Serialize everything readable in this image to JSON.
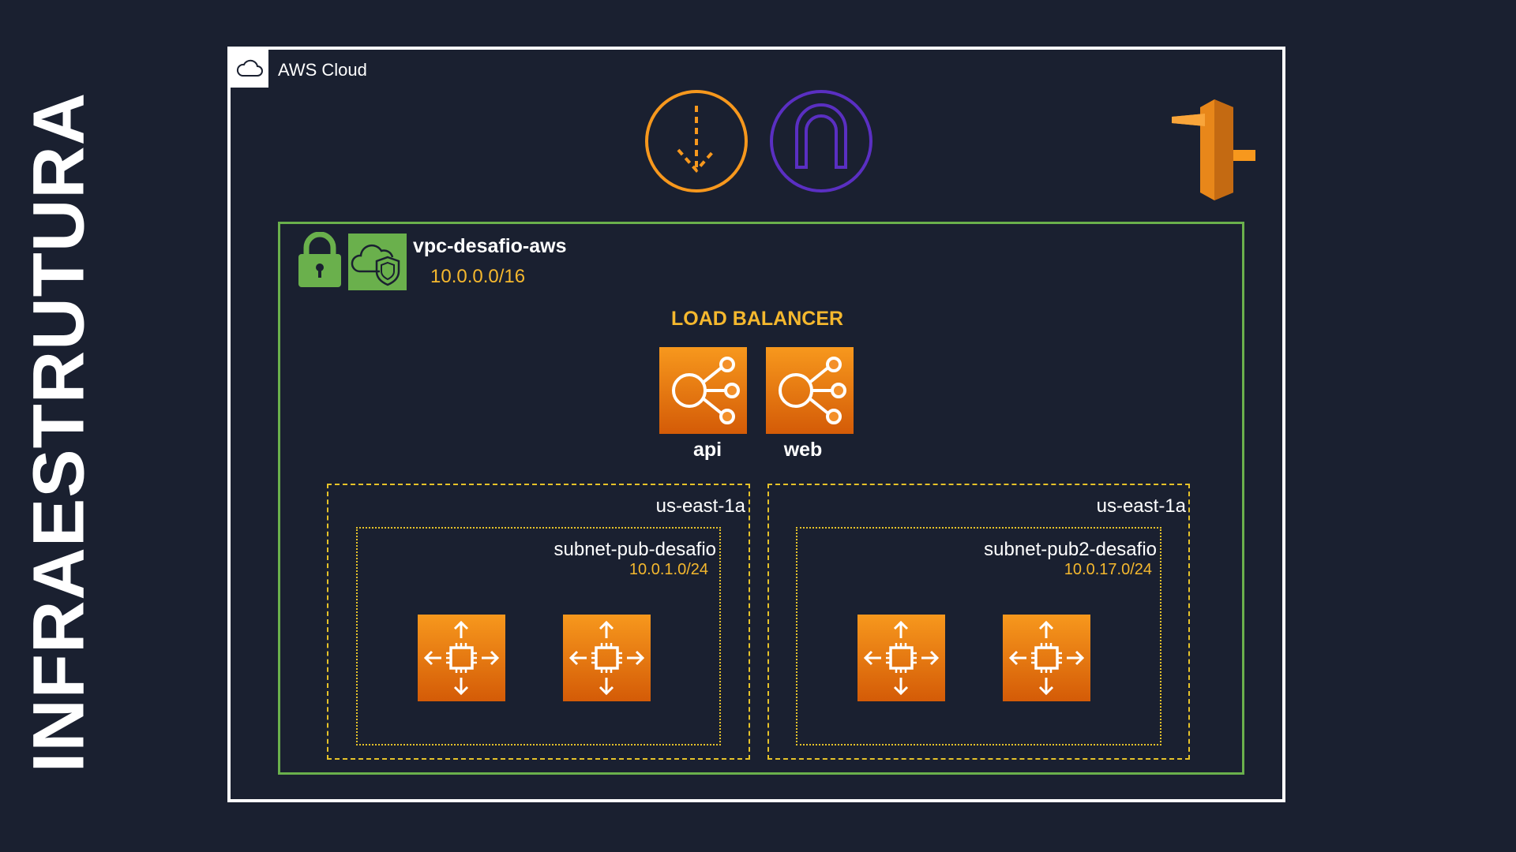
{
  "page_title": "INFRAESTRUTURA",
  "cloud": {
    "label": "AWS Cloud",
    "icon": "cloud-icon",
    "service_icons": [
      "internet-gateway-icon",
      "vpc-endpoint-icon",
      "route53-icon"
    ]
  },
  "vpc": {
    "name": "vpc-desafio-aws",
    "cidr": "10.0.0.0/16",
    "icons": [
      "lock-icon",
      "vpc-shield-icon"
    ]
  },
  "load_balancer": {
    "title": "LOAD BALANCER",
    "items": [
      {
        "label": "api",
        "icon": "elastic-load-balancer-icon"
      },
      {
        "label": "web",
        "icon": "elastic-load-balancer-icon"
      }
    ]
  },
  "zones": [
    {
      "az": "us-east-1a",
      "subnet": {
        "name": "subnet-pub-desafio",
        "cidr": "10.0.1.0/24"
      },
      "instances": [
        "auto-scaling-icon",
        "auto-scaling-icon"
      ]
    },
    {
      "az": "us-east-1a",
      "subnet": {
        "name": "subnet-pub2-desafio",
        "cidr": "10.0.17.0/24"
      },
      "instances": [
        "auto-scaling-icon",
        "auto-scaling-icon"
      ]
    }
  ],
  "colors": {
    "background": "#1a2030",
    "aws_orange": "#f7981d",
    "label_yellow": "#f5b82e",
    "vpc_green": "#6ab04c",
    "endpoint_purple": "#5a2fc2"
  }
}
